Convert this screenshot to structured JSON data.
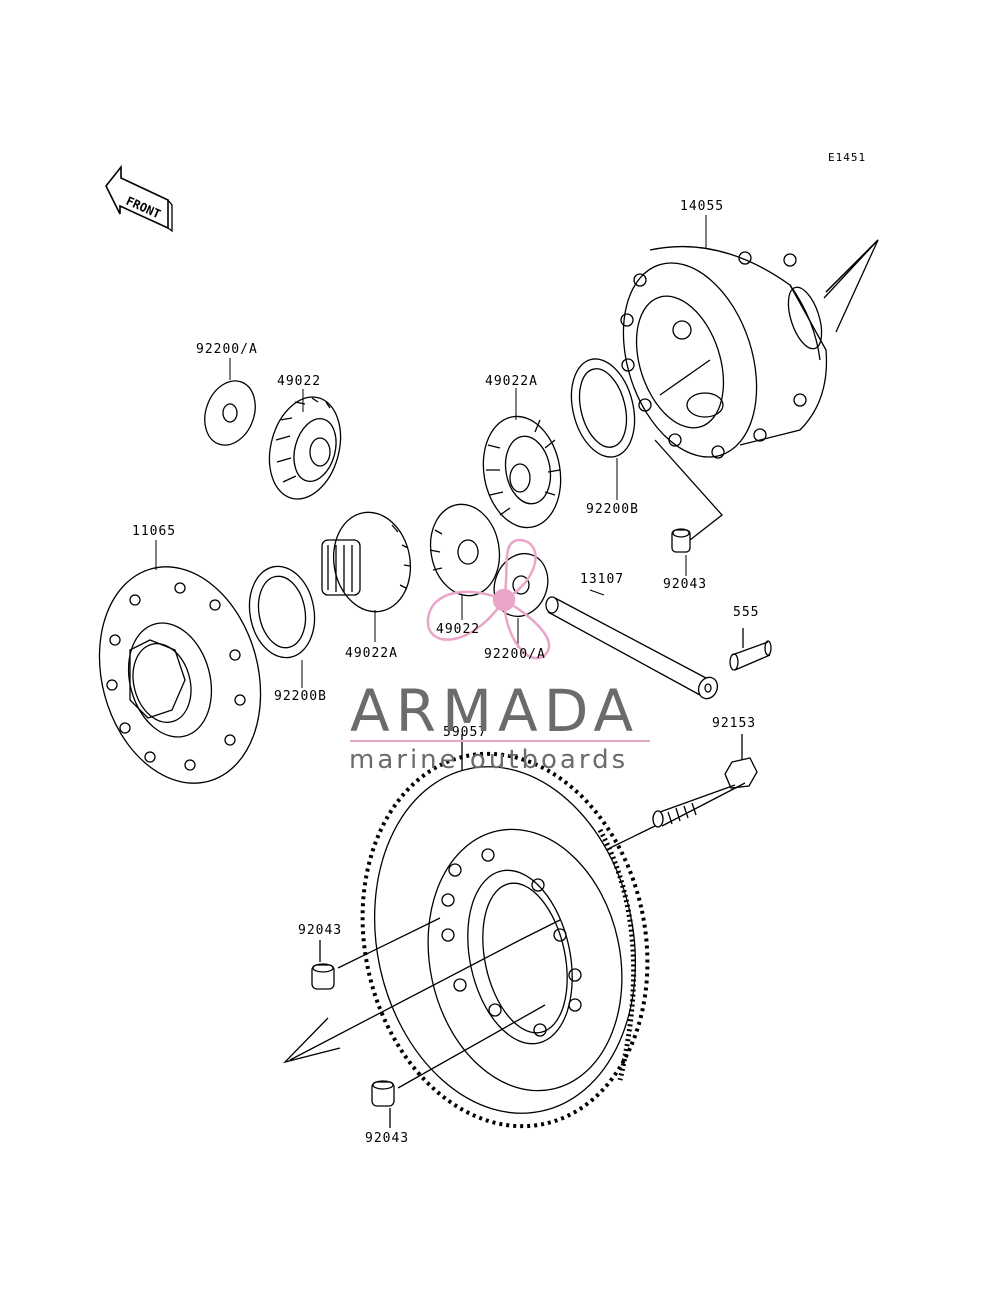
{
  "diagram": {
    "id_code": "E1451",
    "front_label": "FRONT"
  },
  "labels": {
    "p14055": "14055",
    "p92200a_top": "92200/A",
    "p49022_top": "49022",
    "p49022a_top": "49022A",
    "p92200b_right": "92200B",
    "p92043_right": "92043",
    "p11065": "11065",
    "p92200b_left": "92200B",
    "p49022a_mid": "49022A",
    "p49022_mid": "49022",
    "p92200a_mid": "92200/A",
    "p13107": "13107",
    "p555": "555",
    "p92153": "92153",
    "p59057": "59057",
    "p92043_left": "92043",
    "p92043_bottom": "92043"
  },
  "watermark": {
    "brand": "ARMADA",
    "tagline": "marine outboards",
    "accent_color": "#e9a6c8",
    "text_color": "#6b6b6b"
  },
  "icons": {
    "front_arrow": "front-arrow-icon",
    "logo": "propeller-logo-icon"
  }
}
